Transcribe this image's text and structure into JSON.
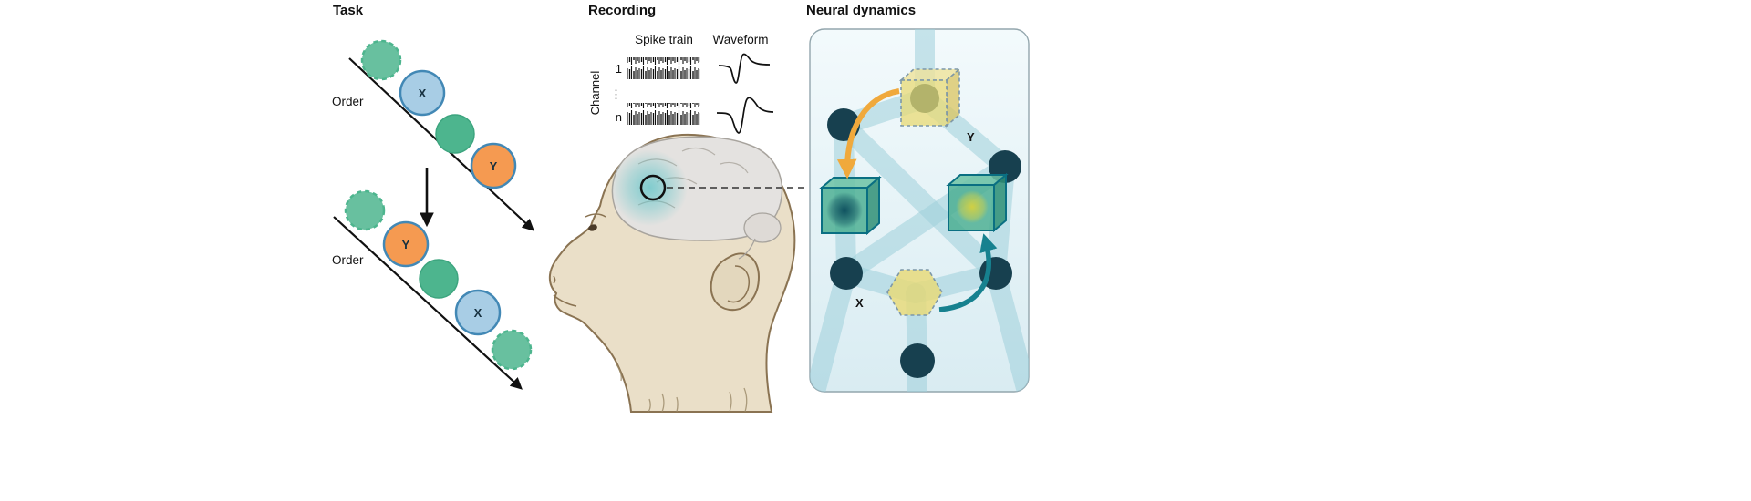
{
  "figure": {
    "task": {
      "title": "Task",
      "order_label": "Order",
      "item_x": "X",
      "item_y": "Y"
    },
    "recording": {
      "title": "Recording",
      "spike_train": "Spike train",
      "waveform": "Waveform",
      "channel": "Channel",
      "channel_first": "1",
      "channel_ellipsis": "⋮",
      "channel_last": "n"
    },
    "neural": {
      "title": "Neural dynamics",
      "label_y": "Y",
      "label_x": "X"
    }
  },
  "colors": {
    "green": "#4db58e",
    "blue_fill": "#a8cde5",
    "blue_stroke": "#4288b5",
    "orange_fill": "#f59a51",
    "orange_stroke": "#4288b5",
    "ink": "#111111",
    "skin": "#eadfc8",
    "skin_outline": "#8a7352",
    "brain": "#e4e2e0",
    "teal_glow": "#54c2c6",
    "panel_bg": "#e8f3f6",
    "node": "#17404f",
    "band": "#9fcfdb",
    "cube_green": "#3aa385",
    "cube_yellow": "#e8d974",
    "arrow_orange": "#f0a93c",
    "arrow_teal": "#16818f"
  }
}
